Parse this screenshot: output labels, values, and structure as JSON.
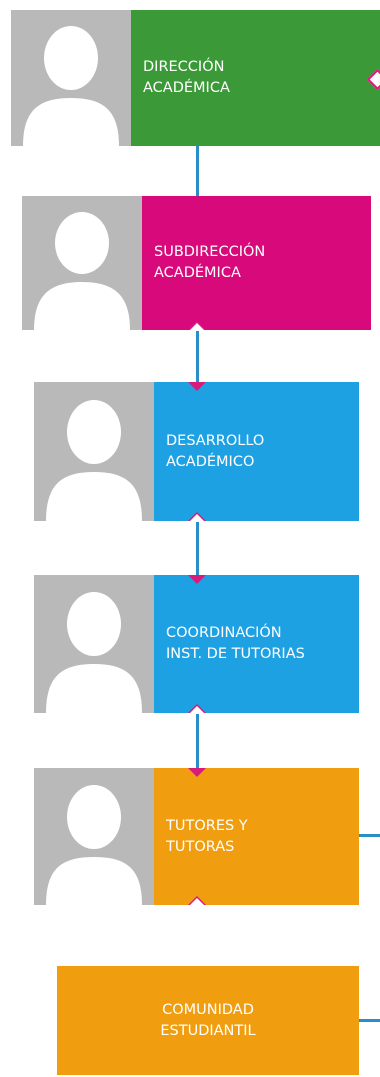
{
  "nodes": [
    {
      "label": "DIRECCIÓN\nACADÉMICA",
      "color": "#3b9a37",
      "has_photo": true
    },
    {
      "label": "SUBDIRECCIÓN\nACADÉMICA",
      "color": "#d8097a",
      "has_photo": true
    },
    {
      "label": "DESARROLLO\nACADÉMICO",
      "color": "#1ea1e2",
      "has_photo": true
    },
    {
      "label": "COORDINACIÓN\nINST. DE TUTORIAS",
      "color": "#1ea1e2",
      "has_photo": true
    },
    {
      "label": "TUTORES Y\nTUTORAS",
      "color": "#f09d10",
      "has_photo": true
    },
    {
      "label": "COMUNIDAD\nESTUDIANTIL",
      "color": "#f09d10",
      "has_photo": false
    }
  ],
  "colors": {
    "connector": "#2a8ec8",
    "arrow": "#d81b7a"
  },
  "icons": {
    "photo_placeholder": "user-silhouette-icon"
  }
}
